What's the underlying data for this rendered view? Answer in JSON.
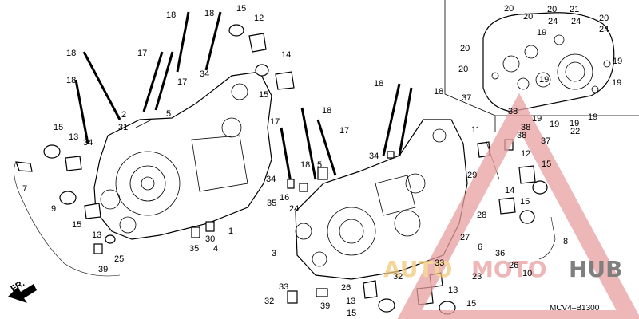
{
  "diagram_code": "MCV4–B1300",
  "direction_label": "FR.",
  "watermark": {
    "text_a": "AUTO",
    "text_b": "MOTO",
    "text_c": "HUB",
    "color_main": "#e8a0a0",
    "color_accent": "#f2c879",
    "color_dark": "#555555"
  },
  "callouts": [
    {
      "t": "18"
    },
    {
      "t": "18"
    },
    {
      "t": "15"
    },
    {
      "t": "12"
    },
    {
      "t": "18"
    },
    {
      "t": "17"
    },
    {
      "t": "34"
    },
    {
      "t": "17"
    },
    {
      "t": "18"
    },
    {
      "t": "14"
    },
    {
      "t": "15"
    },
    {
      "t": "2"
    },
    {
      "t": "31"
    },
    {
      "t": "5"
    },
    {
      "t": "15"
    },
    {
      "t": "13"
    },
    {
      "t": "34"
    },
    {
      "t": "7"
    },
    {
      "t": "9"
    },
    {
      "t": "15"
    },
    {
      "t": "13"
    },
    {
      "t": "25"
    },
    {
      "t": "39"
    },
    {
      "t": "35"
    },
    {
      "t": "30"
    },
    {
      "t": "4"
    },
    {
      "t": "1"
    },
    {
      "t": "17"
    },
    {
      "t": "18"
    },
    {
      "t": "17"
    },
    {
      "t": "18"
    },
    {
      "t": "5"
    },
    {
      "t": "34"
    },
    {
      "t": "35"
    },
    {
      "t": "16"
    },
    {
      "t": "24"
    },
    {
      "t": "18"
    },
    {
      "t": "18"
    },
    {
      "t": "34"
    },
    {
      "t": "3"
    },
    {
      "t": "33"
    },
    {
      "t": "32"
    },
    {
      "t": "39"
    },
    {
      "t": "26"
    },
    {
      "t": "13"
    },
    {
      "t": "15"
    },
    {
      "t": "33"
    },
    {
      "t": "32"
    },
    {
      "t": "13"
    },
    {
      "t": "15"
    },
    {
      "t": "11"
    },
    {
      "t": "29"
    },
    {
      "t": "12"
    },
    {
      "t": "15"
    },
    {
      "t": "14"
    },
    {
      "t": "15"
    },
    {
      "t": "28"
    },
    {
      "t": "27"
    },
    {
      "t": "6"
    },
    {
      "t": "36"
    },
    {
      "t": "26"
    },
    {
      "t": "10"
    },
    {
      "t": "23"
    },
    {
      "t": "8"
    },
    {
      "t": "20"
    },
    {
      "t": "20"
    },
    {
      "t": "20"
    },
    {
      "t": "21"
    },
    {
      "t": "20"
    },
    {
      "t": "24"
    },
    {
      "t": "24"
    },
    {
      "t": "24"
    },
    {
      "t": "19"
    },
    {
      "t": "20"
    },
    {
      "t": "19"
    },
    {
      "t": "20"
    },
    {
      "t": "19"
    },
    {
      "t": "19"
    },
    {
      "t": "37"
    },
    {
      "t": "38"
    },
    {
      "t": "38"
    },
    {
      "t": "19"
    },
    {
      "t": "19"
    },
    {
      "t": "19"
    },
    {
      "t": "37"
    },
    {
      "t": "22"
    },
    {
      "t": "38"
    },
    {
      "t": "19"
    }
  ]
}
